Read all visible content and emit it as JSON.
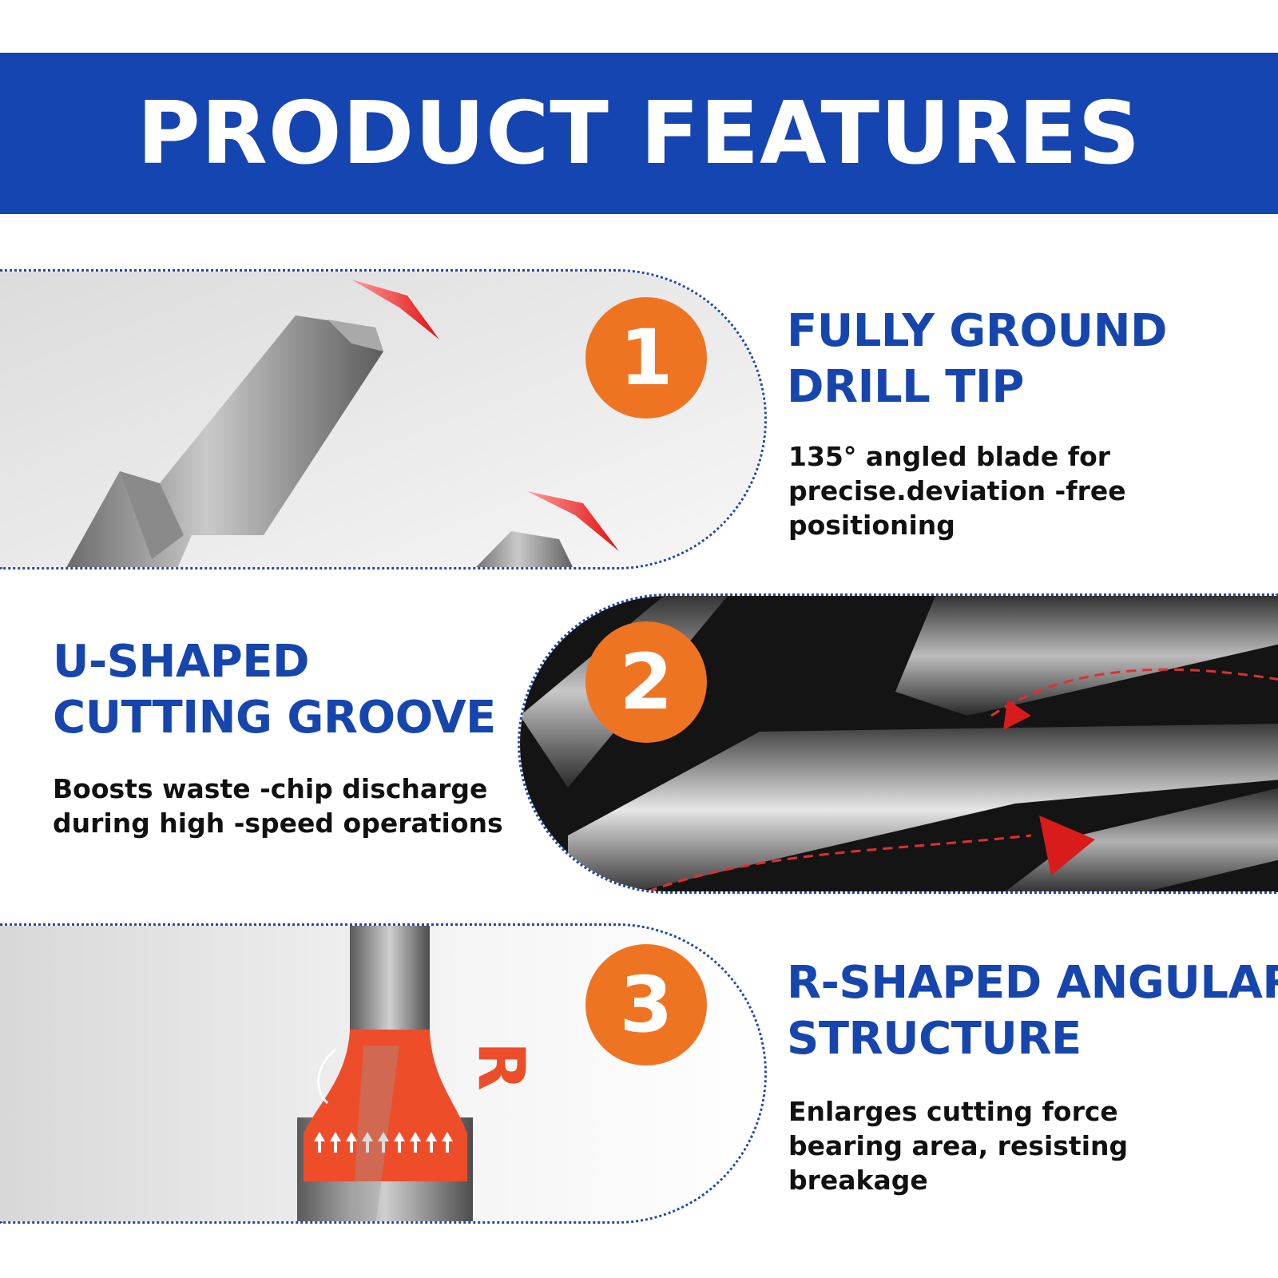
{
  "banner": {
    "title": "PRODUCT FEATURES"
  },
  "colors": {
    "banner_blue": "#1545b0",
    "title_blue": "#1646ad",
    "badge_orange": "#ef7422",
    "desc_black": "#111111"
  },
  "features": [
    {
      "number": "1",
      "title_lines": [
        "FULLY GROUND",
        "DRILL TIP"
      ],
      "desc_lines": [
        "135° angled blade for",
        "precise.deviation -free",
        "positioning"
      ]
    },
    {
      "number": "2",
      "title_lines": [
        "U-SHAPED",
        "CUTTING GROOVE"
      ],
      "desc_lines": [
        "Boosts waste -chip discharge",
        "during high -speed operations"
      ]
    },
    {
      "number": "3",
      "title_lines": [
        "R-SHAPED ANGULAR",
        "STRUCTURE"
      ],
      "desc_lines": [
        "Enlarges cutting force",
        "bearing area, resisting",
        "breakage"
      ]
    }
  ],
  "illustration_3": {
    "letter": "R"
  }
}
